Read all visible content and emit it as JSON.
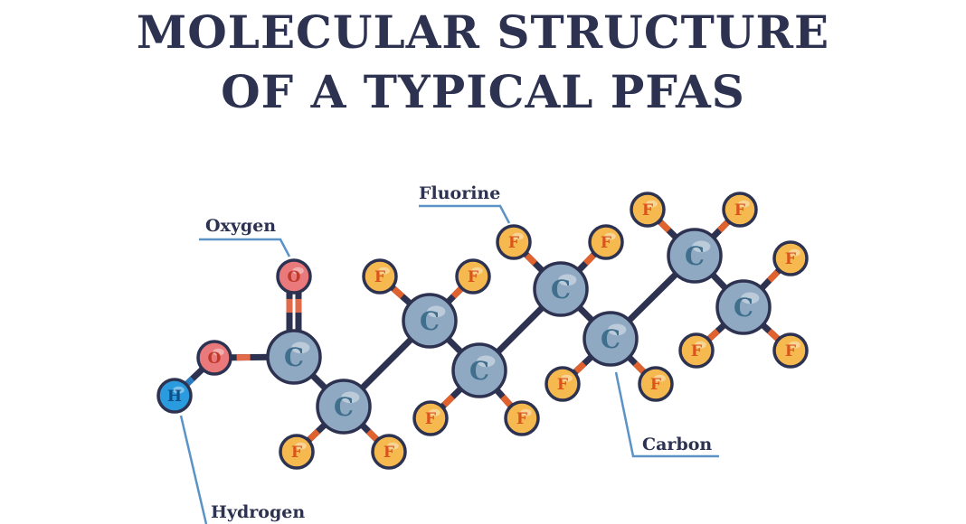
{
  "title": {
    "line1": "MOLECULAR STRUCTURE",
    "line2": "OF A TYPICAL PFAS"
  },
  "labels": {
    "fluorine": "Fluorine",
    "oxygen": "Oxygen",
    "carbon": "Carbon",
    "hydrogen": "Hydrogen"
  },
  "colors": {
    "title": "#2d3250",
    "carbon": "#8fa9c2",
    "fluorine": "#f6b94f",
    "oxygen": "#e9797a",
    "hydrogen": "#2b9be0",
    "bond": "#2d3250",
    "leader": "#5b93c6"
  },
  "atoms": {
    "carbon": [
      "C",
      "C",
      "C",
      "C",
      "C",
      "C",
      "C",
      "C"
    ],
    "oxygen": [
      "O",
      "O"
    ],
    "hydrogen": [
      "H"
    ],
    "fluorine": [
      "F",
      "F",
      "F",
      "F",
      "F",
      "F",
      "F",
      "F",
      "F",
      "F",
      "F",
      "F",
      "F",
      "F",
      "F"
    ]
  }
}
